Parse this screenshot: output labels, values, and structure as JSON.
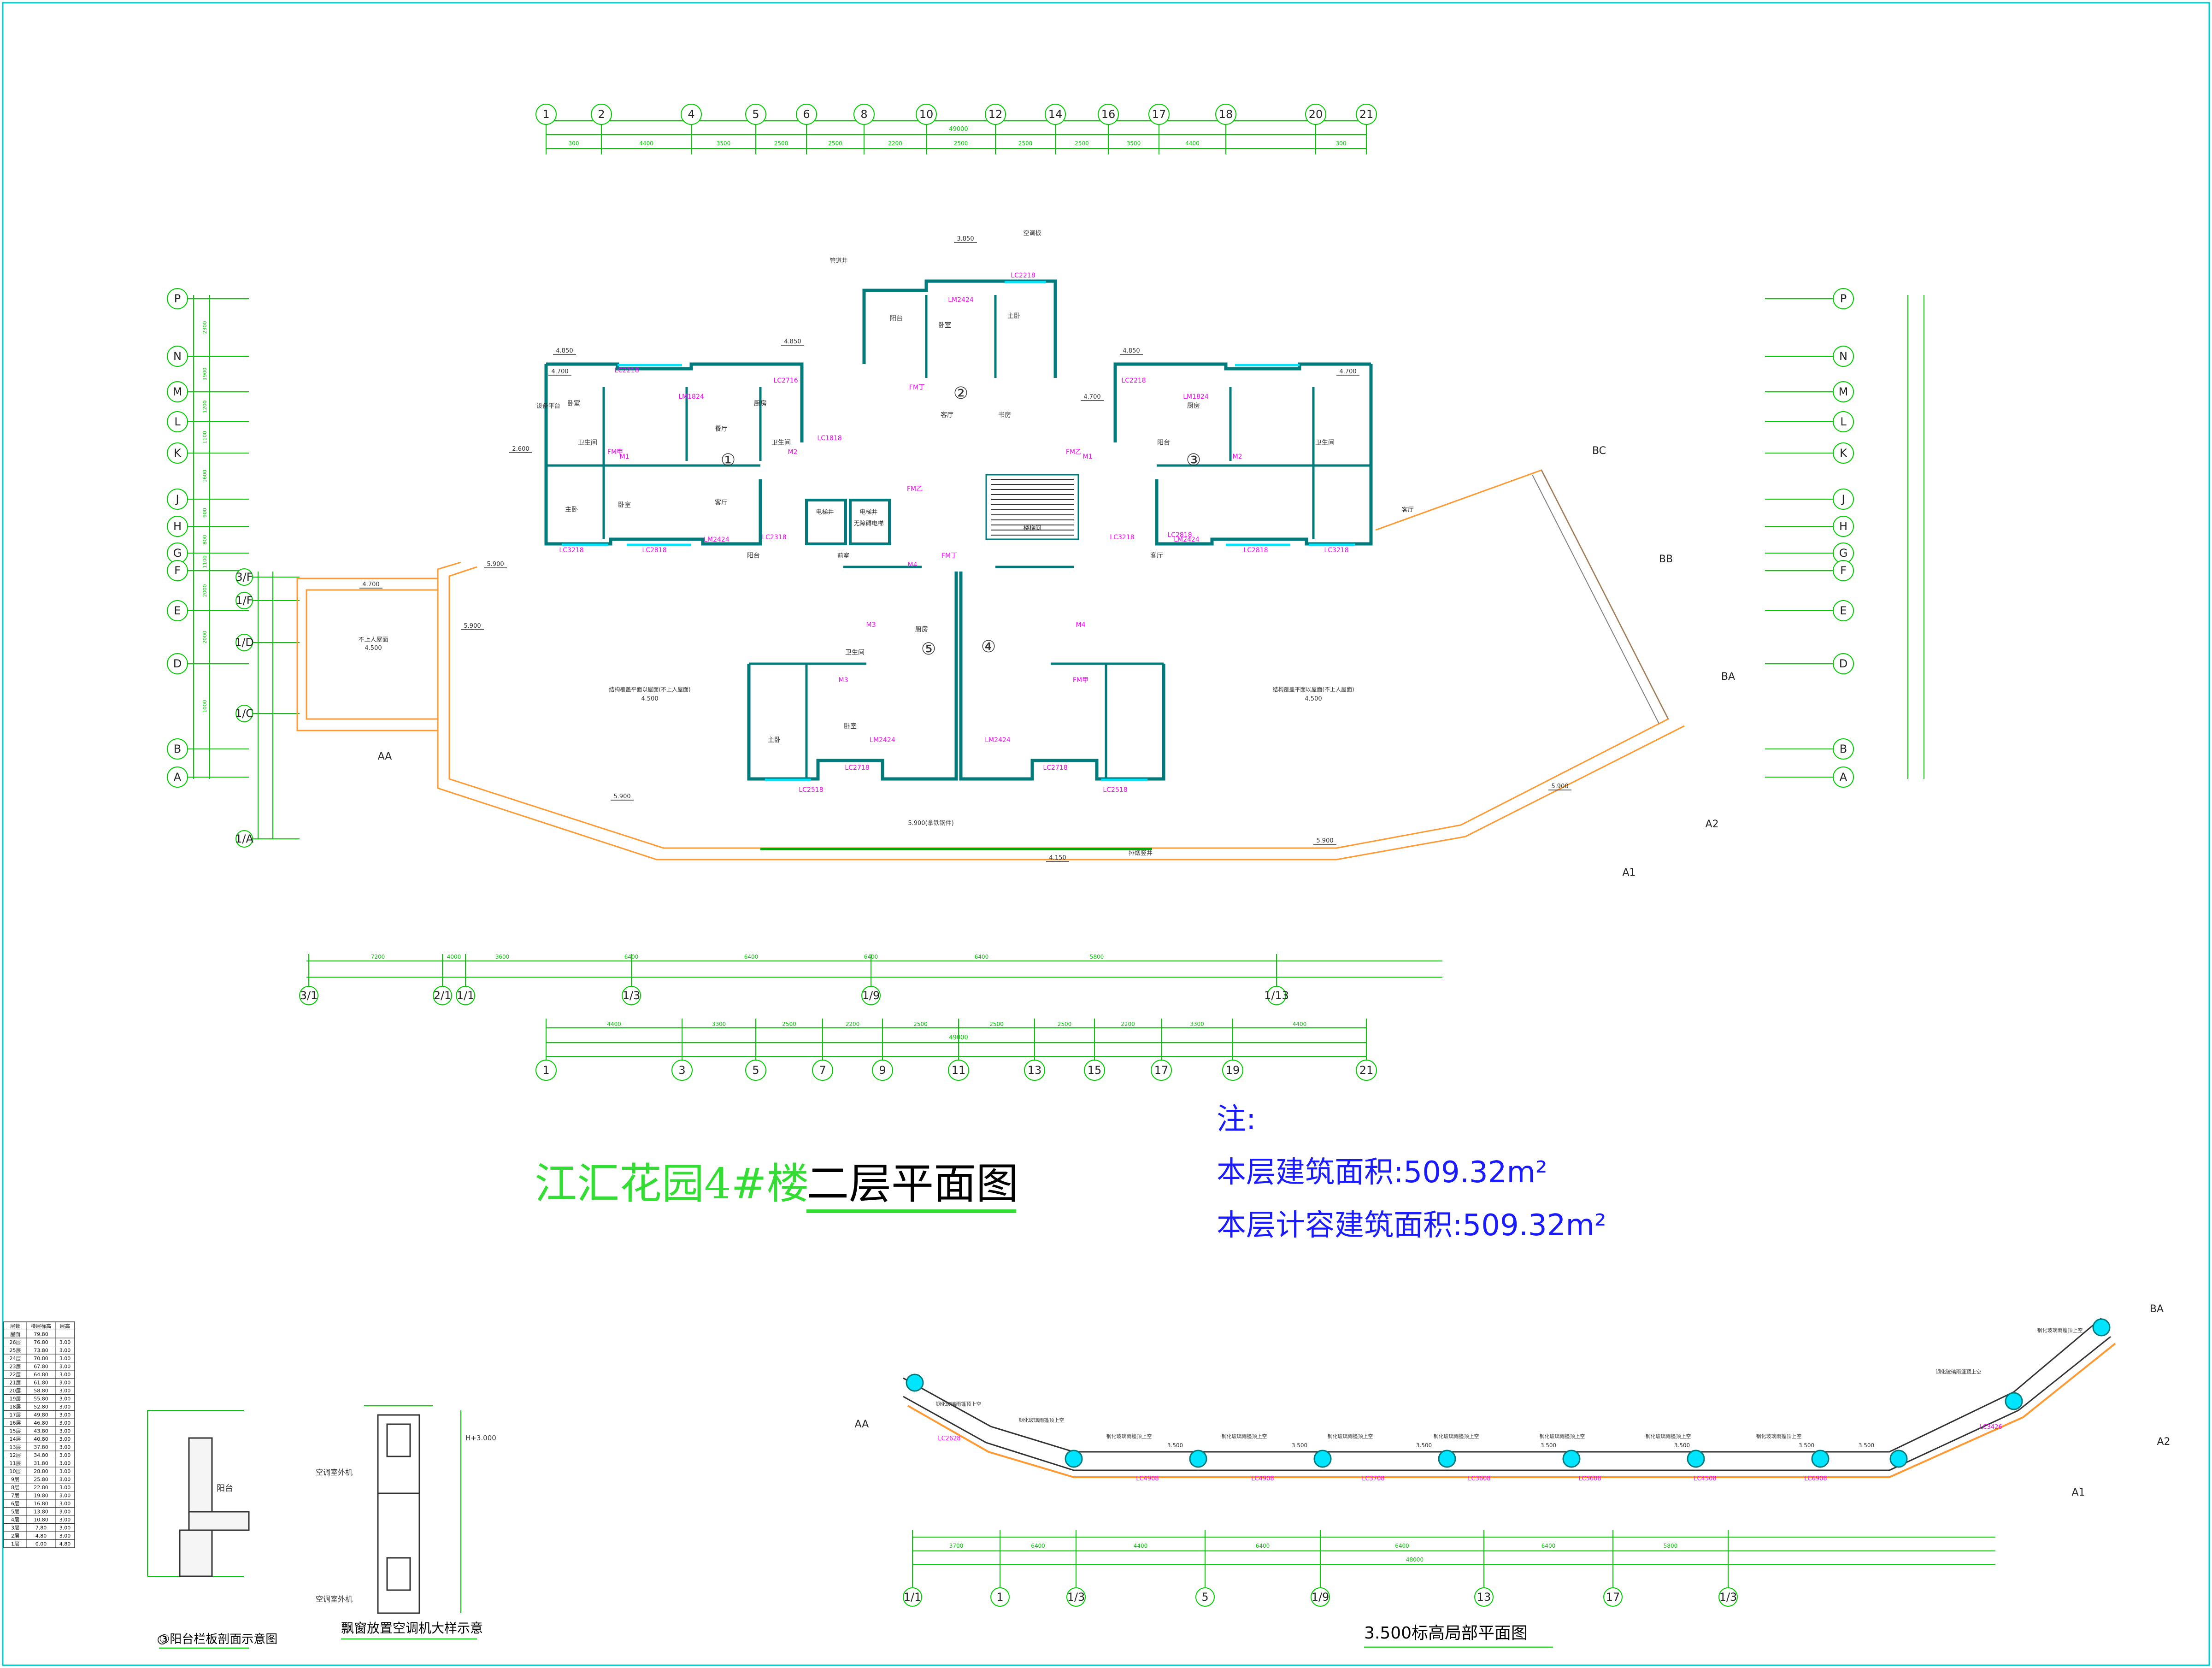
{
  "drawing": {
    "title": "江汇花园4#楼",
    "subtitle": "二层平面图",
    "notes": {
      "heading": "注:",
      "line1": "本层建筑面积:509.32m²",
      "line2": "本层计容建筑面积:509.32m²"
    },
    "colors": {
      "frame": "#00cccc",
      "axis_green": "#00cc00",
      "wall_teal": "#007a7a",
      "window_cyan": "#00e5ff",
      "label_magenta": "#ff00ff",
      "platform_orange": "#ff9933",
      "title_green": "#33dd33",
      "note_blue": "#1a1aff",
      "grey": "#808080"
    }
  },
  "top_axes": [
    "1",
    "2",
    "4",
    "5",
    "6",
    "8",
    "10",
    "12",
    "14",
    "16",
    "17",
    "18",
    "20",
    "21"
  ],
  "top_dims": [
    "300",
    "4400",
    "3500",
    "2500",
    "2500",
    "2200",
    "2500",
    "2500",
    "2500",
    "3500",
    "4400",
    "300"
  ],
  "top_total": "49000",
  "bottom_axes": [
    "1",
    "3",
    "5",
    "7",
    "9",
    "11",
    "13",
    "15",
    "17",
    "19",
    "21"
  ],
  "bottom_dims": [
    "4400",
    "3300",
    "2500",
    "2200",
    "2500",
    "2500",
    "2500",
    "2200",
    "3300",
    "4400"
  ],
  "bottom_total": "49000",
  "sub_axes_bottom": [
    "3/1",
    "2/1",
    "1/1",
    "1/3",
    "1/9",
    "1/13"
  ],
  "sub_axes_dims": [
    "7200",
    "4000",
    "3600",
    "6400",
    "6400",
    "6400",
    "6400",
    "5800"
  ],
  "left_axes": [
    "P",
    "N",
    "M",
    "L",
    "K",
    "J",
    "H",
    "G",
    "F",
    "E",
    "D",
    "B",
    "A"
  ],
  "right_axes": [
    "P",
    "N",
    "M",
    "L",
    "K",
    "J",
    "H",
    "G",
    "F",
    "E",
    "D",
    "B",
    "A"
  ],
  "left_dims": [
    "2300",
    "1900",
    "1200",
    "1100",
    "1600",
    "900",
    "800",
    "1100",
    "2000",
    "2000",
    "1000"
  ],
  "left_sub_axes": [
    "3/F",
    "1/F",
    "1/D",
    "1/C",
    "1/A"
  ],
  "unit_markers": [
    "①",
    "②",
    "③",
    "④",
    "⑤"
  ],
  "platform_labels": {
    "left_roof": "不上人屋面",
    "left_roof_level": "4.500",
    "big_left": "结构覆盖平面以屋面(不上人屋面)",
    "big_left_level": "4.500",
    "big_right": "结构覆盖平面以屋面(不上人屋面)",
    "big_right_level": "4.500",
    "bottom_level": "5.900(拿铁钢件)",
    "levels": [
      "4.700",
      "5.900",
      "5.900",
      "5.900",
      "5.900",
      "5.900",
      "4.850",
      "4.850",
      "3.850",
      "4.850",
      "4.700",
      "4.700",
      "2.600",
      "4.700",
      "4.150"
    ]
  },
  "room_labels": [
    "卧室",
    "卧室",
    "主卧",
    "客厅",
    "餐厅",
    "厨房",
    "卫生间",
    "卫生间",
    "阳台",
    "阳台",
    "卧室",
    "主卧",
    "书房",
    "客厅",
    "厨房",
    "卫生间",
    "阳台",
    "客厅",
    "厨房",
    "卫生间",
    "主卧",
    "卧室"
  ],
  "window_labels": [
    "LC2218",
    "LC2716",
    "LM1824",
    "LC1818",
    "LC3218",
    "LC2818",
    "LM2424",
    "LC2318",
    "LC2218",
    "LM2424",
    "LC2218",
    "LM1824",
    "LC3218",
    "LC2818",
    "LC2818",
    "LM2424",
    "LC3218",
    "LC2518",
    "LC2718",
    "LC2718",
    "LC2518",
    "LM2424",
    "LM2424"
  ],
  "door_labels": [
    "FM甲",
    "FM丁",
    "FM乙",
    "FM乙",
    "FM丁",
    "FM甲",
    "M1",
    "M2",
    "M3",
    "M4",
    "M1",
    "M2",
    "M3",
    "M4"
  ],
  "elevator_labels": [
    "电梯井",
    "电梯井",
    "前室",
    "无障碍电梯",
    "楼梯间"
  ],
  "leader_notes": [
    "管道井",
    "空调板",
    "设备平台",
    "排烟竖井",
    "客厅"
  ],
  "level_table": {
    "header": [
      "层数",
      "楼层标高",
      "层高"
    ],
    "top": [
      "屋面",
      "79.80",
      ""
    ],
    "rows": [
      [
        "26层",
        "76.80",
        "3.00"
      ],
      [
        "25层",
        "73.80",
        "3.00"
      ],
      [
        "24层",
        "70.80",
        "3.00"
      ],
      [
        "23层",
        "67.80",
        "3.00"
      ],
      [
        "22层",
        "64.80",
        "3.00"
      ],
      [
        "21层",
        "61.80",
        "3.00"
      ],
      [
        "20层",
        "58.80",
        "3.00"
      ],
      [
        "19层",
        "55.80",
        "3.00"
      ],
      [
        "18层",
        "52.80",
        "3.00"
      ],
      [
        "17层",
        "49.80",
        "3.00"
      ],
      [
        "16层",
        "46.80",
        "3.00"
      ],
      [
        "15层",
        "43.80",
        "3.00"
      ],
      [
        "14层",
        "40.80",
        "3.00"
      ],
      [
        "13层",
        "37.80",
        "3.00"
      ],
      [
        "12层",
        "34.80",
        "3.00"
      ],
      [
        "11层",
        "31.80",
        "3.00"
      ],
      [
        "10层",
        "28.80",
        "3.00"
      ],
      [
        "9层",
        "25.80",
        "3.00"
      ],
      [
        "8层",
        "22.80",
        "3.00"
      ],
      [
        "7层",
        "19.80",
        "3.00"
      ],
      [
        "6层",
        "16.80",
        "3.00"
      ],
      [
        "5层",
        "13.80",
        "3.00"
      ],
      [
        "4层",
        "10.80",
        "3.00"
      ],
      [
        "3层",
        "7.80",
        "3.00"
      ],
      [
        "2层",
        "4.80",
        "3.00"
      ],
      [
        "1层",
        "0.00",
        "4.80"
      ]
    ]
  },
  "details": {
    "balcony_caption": "③阳台栏板剖面示意图",
    "balcony_label": "阳台",
    "ac_caption": "飘窗放置空调机大样示意",
    "ac_label_1": "空调室外机",
    "ac_label_2": "空调室外机",
    "ac_level": "H+3.000",
    "partial_caption": "3.500标高局部平面图",
    "partial_level": "3.500",
    "partial_axes": [
      "1/1",
      "1",
      "1/3",
      "5",
      "1/9",
      "13",
      "17",
      "1/3"
    ],
    "partial_dims": [
      "3700",
      "6400",
      "4400",
      "6400",
      "6400",
      "6400",
      "5800"
    ],
    "partial_total": "48000",
    "partial_note": "钢化玻璃雨篷顶上空",
    "partial_windows": [
      "LC2628",
      "LC4908",
      "LC4908",
      "LC3708",
      "LC3608",
      "LC5608",
      "LC4508",
      "LC6908",
      "LC3426"
    ],
    "grid_labels": [
      "AA",
      "A1",
      "A2",
      "BA",
      "BB",
      "BC"
    ]
  }
}
